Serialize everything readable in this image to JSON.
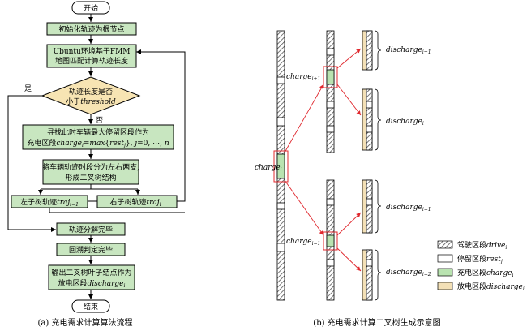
{
  "flow": {
    "start": "开始",
    "init": "初始化轨迹为根节点",
    "fmm_line1": "Ubuntu环境基于FMM",
    "fmm_line2": "地图匹配计算轨迹长度",
    "decision_line1": "轨迹长度是否",
    "decision_line2": "小于threshold",
    "yes": "是",
    "no": "否",
    "find_line1": "寻找此时车辆最大停留区段作为",
    "find_line2": "充电区段charge_i=max{rest_j}, j=0, ⋯, n",
    "split_line1": "将车辆轨迹时段分为左右两支,",
    "split_line2": "形成二叉树结构",
    "left_tree": "左子树轨迹traj_{i−1}",
    "right_tree": "右子树轨迹traj_i",
    "decomp_done": "轨迹分解完毕",
    "backtrack_done": "回溯判定完毕",
    "output_line1": "输出二叉树叶子结点作为",
    "output_line2": "放电区段discharge_i",
    "end": "结束"
  },
  "tree": {
    "charge_root": "charge_i",
    "charge_upper": "charge_{i+1}",
    "charge_lower": "charge_{i−1}",
    "discharge_1": "discharge_{i+1}",
    "discharge_2": "discharge_i",
    "discharge_3": "discharge_{i−1}",
    "discharge_4": "discharge_{i−2}"
  },
  "legend": {
    "drive": "驾驶区段drive_i",
    "rest": "停留区段rest_j",
    "charge": "充电区段charge_i",
    "discharge": "放电区段discharge_i"
  },
  "captions": {
    "a": "(a) 充电需求计算算法流程",
    "b": "(b) 充电需求计算二叉树生成示意图"
  },
  "colors": {
    "flow_box": "#c8e6c0",
    "decision": "#f7e4b3",
    "charge": "#b9e3b0",
    "discharge": "#f3e0b6",
    "arrow_red": "#e0282e"
  }
}
